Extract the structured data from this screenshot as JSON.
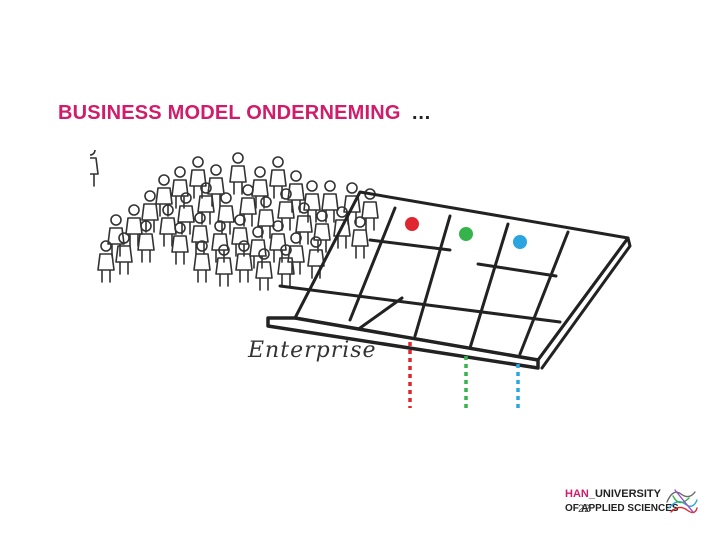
{
  "slide": {
    "title": "BUSINESS MODEL ONDERNEMING",
    "title_suffix": "…",
    "title_color": "#d01c6a",
    "page_number": "22"
  },
  "illustration": {
    "label": "Enterprise",
    "dots": [
      {
        "color": "#e0262e",
        "name": "red"
      },
      {
        "color": "#34b44a",
        "name": "green"
      },
      {
        "color": "#2aa5e0",
        "name": "blue"
      }
    ]
  },
  "logo": {
    "brand": "HAN",
    "line1_rest": "_UNIVERSITY",
    "line2": "OF APPLIED SCIENCES",
    "brand_color": "#d01c6a"
  }
}
